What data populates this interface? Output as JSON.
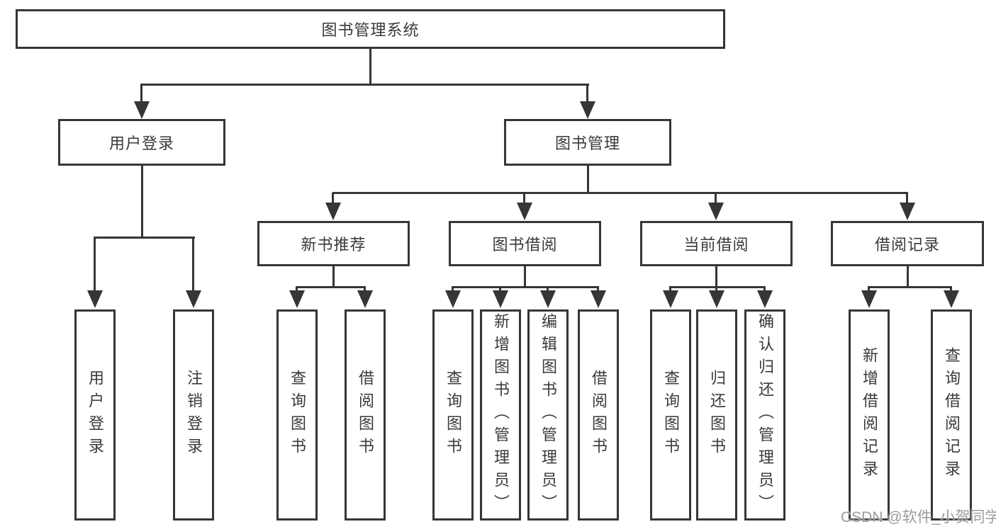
{
  "tree": {
    "root": {
      "label": "图书管理系统",
      "children": [
        {
          "label": "用户登录",
          "children": [
            {
              "label": "用户登录"
            },
            {
              "label": "注销登录"
            }
          ]
        },
        {
          "label": "图书管理",
          "children": [
            {
              "label": "新书推荐",
              "children": [
                {
                  "label": "查询图书"
                },
                {
                  "label": "借阅图书"
                }
              ]
            },
            {
              "label": "图书借阅",
              "children": [
                {
                  "label": "查询图书"
                },
                {
                  "label": "新增图书（管理员）"
                },
                {
                  "label": "编辑图书（管理员）"
                },
                {
                  "label": "借阅图书"
                }
              ]
            },
            {
              "label": "当前借阅",
              "children": [
                {
                  "label": "查询图书"
                },
                {
                  "label": "归还图书"
                },
                {
                  "label": "确认归还（管理员）"
                }
              ]
            },
            {
              "label": "借阅记录",
              "children": [
                {
                  "label": "新增借阅记录"
                },
                {
                  "label": "查询借阅记录"
                }
              ]
            }
          ]
        }
      ]
    }
  },
  "watermark": {
    "text": "CSDN @软件_小贺同学"
  },
  "colors": {
    "line": "#363636",
    "text": "#3a3a3a",
    "watermark": "#9b9b9b",
    "background": "#ffffff"
  }
}
